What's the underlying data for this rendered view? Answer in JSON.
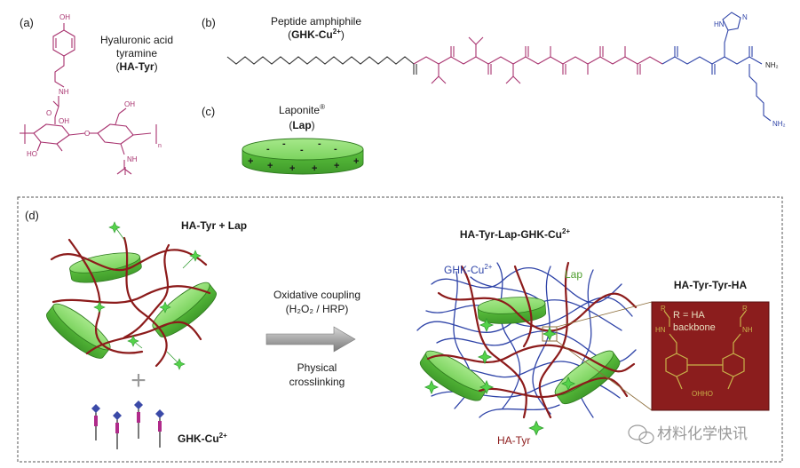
{
  "panel_a": {
    "tag": "(a)",
    "name_line1": "Hyaluronic  acid",
    "name_line2": "tyramine",
    "abbr": "HA-Tyr",
    "atoms": {
      "oh_top": "OH",
      "nh": "NH",
      "o": "O",
      "oh_c": "OH",
      "ho_l": "HO",
      "o_r": "O",
      "oh_r": "OH",
      "nh_r": "NH",
      "n": "n"
    }
  },
  "panel_b": {
    "tag": "(b)",
    "name": "Peptide amphiphile",
    "abbr": "GHK-Cu",
    "abbr_sup": "2+",
    "atoms": {
      "nh2_right": "NH₂",
      "nh2_bottom": "NH₂",
      "n": "N",
      "hn": "HN"
    }
  },
  "panel_c": {
    "tag": "(c)",
    "name": "Laponite",
    "name_sup": "®",
    "abbr": "Lap",
    "top_charge": "-",
    "side_charge": "+"
  },
  "panel_d": {
    "tag": "(d)",
    "left_title": "HA-Tyr + Lap",
    "plus": "+",
    "ghk_label": "GHK-Cu",
    "ghk_sup": "2+",
    "arrow_top1": "Oxidative coupling",
    "arrow_top2": "(H₂O₂ / HRP)",
    "arrow_bottom1": "Physical",
    "arrow_bottom2": "crosslinking",
    "right_title": "HA-Tyr-Lap-GHK-Cu",
    "right_title_sup": "2+",
    "net_ghk": "GHK-Cu",
    "net_ghk_sup": "2+",
    "net_lap": "Lap",
    "net_hatyr": "HA-Tyr",
    "inset_title": "HA-Tyr-Tyr-HA",
    "inset_line1": "R = HA",
    "inset_line2": "backbone",
    "inset_r": "R",
    "inset_nh": "NH",
    "inset_hn": "HN",
    "inset_ohho": "OHHO"
  },
  "watermark": "材料化学快讯",
  "colors": {
    "magenta": "#a8336f",
    "backbone": "#8a2c4a",
    "lap_green": "#6fcf4f",
    "ghk_blue": "#2f44a8",
    "hatyr_red": "#8c1b1b",
    "inset_bg": "#8b1d1d",
    "inset_gold": "#c9b24a"
  }
}
